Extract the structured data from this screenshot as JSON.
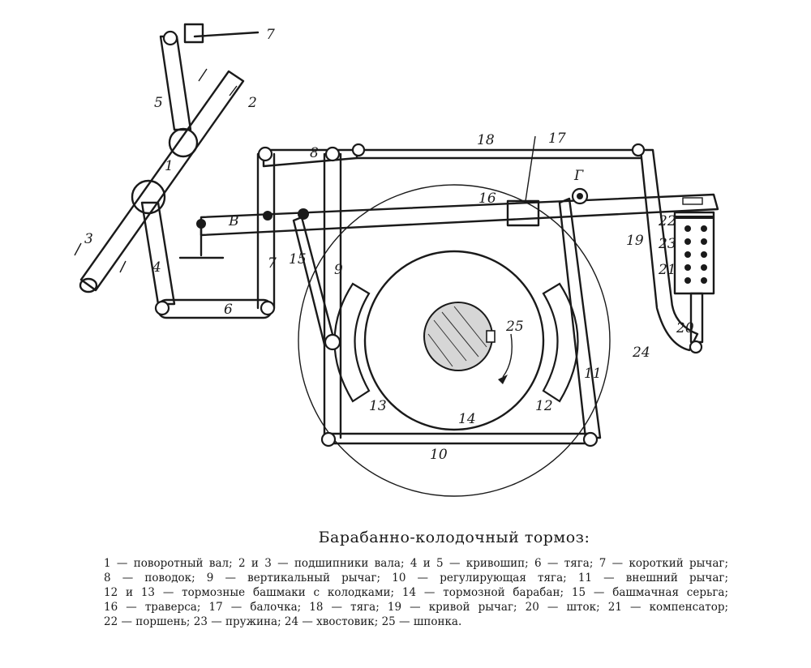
{
  "figure": {
    "part_numbers": [
      "1",
      "2",
      "3",
      "4",
      "5",
      "6",
      "7",
      "8",
      "9",
      "10",
      "11",
      "12",
      "13",
      "14",
      "15",
      "16",
      "17",
      "18",
      "19",
      "20",
      "21",
      "22",
      "23",
      "24",
      "25"
    ],
    "point_letters": [
      "В",
      "Г"
    ]
  },
  "caption": {
    "title": "Барабанно-колодочный тормоз:",
    "items": [
      "1 — поворотный вал;",
      "2 и 3 — подшипники вала;",
      "4 и 5 — кривошип;",
      "6 — тяга;",
      "7 — короткий рычаг;",
      "8 — поводок;",
      "9 — вертикальный рычаг;",
      "10 — регулирующая тяга;",
      "11 — внешний рычаг;",
      "12 и 13 — тормозные башмаки с колодками;",
      "14 — тормозной барабан;",
      "15 — башмачная серьга;",
      "16 — траверса;",
      "17 — балочка;",
      "18 — тяга;",
      "19 — кривой рычаг;",
      "20 — шток;",
      "21 — компенсатор;",
      "22 — поршень;",
      "23 — пружина;",
      "24 — хвостовик;",
      "25 — шпонка."
    ]
  }
}
